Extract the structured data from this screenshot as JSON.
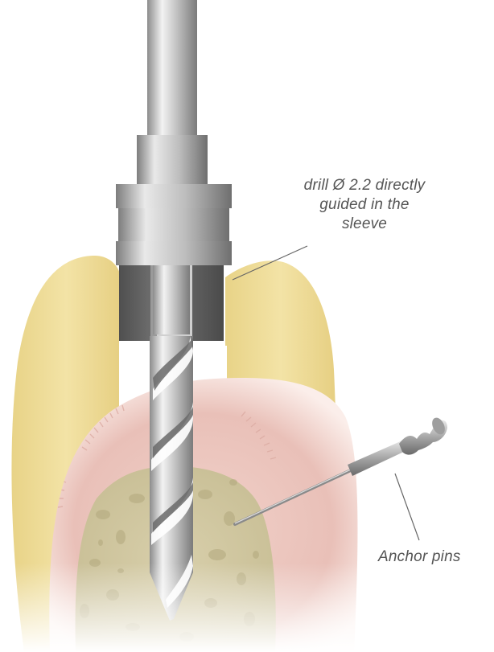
{
  "labels": {
    "drill_line1": "drill Ø 2.2 directly",
    "drill_line2": "guided in the",
    "drill_line3": "sleeve",
    "anchor_pins": "Anchor pins"
  },
  "colors": {
    "background": "#ffffff",
    "tooth": "#efdc98",
    "gum": "#ebc6bf",
    "bone": "#cfc6a0",
    "metal_light": "#e4e4e4",
    "metal_mid": "#a9a9a9",
    "metal_dark": "#6e6e6e",
    "sleeve_dark": "#5f5f5f",
    "label_text": "#555555",
    "leader_line": "#666666"
  }
}
